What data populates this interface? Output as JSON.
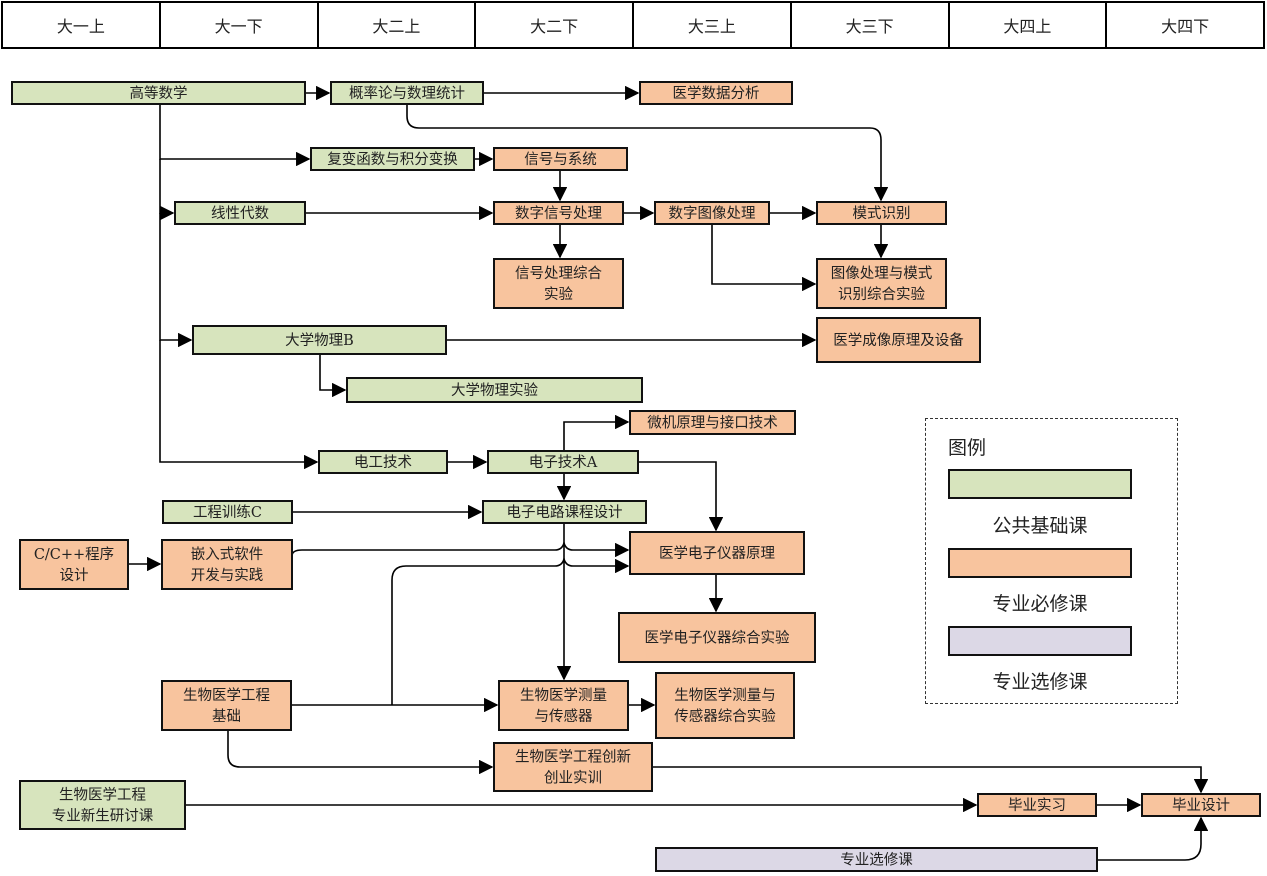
{
  "semesters": [
    "大一上",
    "大一下",
    "大二上",
    "大二下",
    "大三上",
    "大三下",
    "大四上",
    "大四下"
  ],
  "colors": {
    "public_basic": "#d7e4bd",
    "major_required": "#f8c49e",
    "major_elective": "#dcd8e6",
    "line": "#000000"
  },
  "courses": [
    {
      "id": "gdsx",
      "lines": [
        "高等数学"
      ],
      "type": "public_basic"
    },
    {
      "id": "gll",
      "lines": [
        "概率论与数理统计"
      ],
      "type": "public_basic"
    },
    {
      "id": "yxsj",
      "lines": [
        "医学数据分析"
      ],
      "type": "major_required"
    },
    {
      "id": "fbhs",
      "lines": [
        "复变函数与积分变换"
      ],
      "type": "public_basic"
    },
    {
      "id": "xhxt",
      "lines": [
        "信号与系统"
      ],
      "type": "major_required"
    },
    {
      "id": "xxds",
      "lines": [
        "线性代数"
      ],
      "type": "public_basic"
    },
    {
      "id": "szxh",
      "lines": [
        "数字信号处理"
      ],
      "type": "major_required"
    },
    {
      "id": "sztx",
      "lines": [
        "数字图像处理"
      ],
      "type": "major_required"
    },
    {
      "id": "mssb",
      "lines": [
        "模式识别"
      ],
      "type": "major_required"
    },
    {
      "id": "xhsy",
      "lines": [
        "信号处理综合",
        "实验"
      ],
      "type": "major_required"
    },
    {
      "id": "txsy",
      "lines": [
        "图像处理与模式",
        "识别综合实验"
      ],
      "type": "major_required"
    },
    {
      "id": "dxwl",
      "lines": [
        "大学物理B"
      ],
      "type": "public_basic"
    },
    {
      "id": "yxcx",
      "lines": [
        "医学成像原理及设备"
      ],
      "type": "major_required"
    },
    {
      "id": "wlsy",
      "lines": [
        "大学物理实验"
      ],
      "type": "public_basic"
    },
    {
      "id": "wjyl",
      "lines": [
        "微机原理与接口技术"
      ],
      "type": "major_required"
    },
    {
      "id": "dgjs",
      "lines": [
        "电工技术"
      ],
      "type": "public_basic"
    },
    {
      "id": "dzjs",
      "lines": [
        "电子技术A"
      ],
      "type": "public_basic"
    },
    {
      "id": "gcxl",
      "lines": [
        "工程训练C"
      ],
      "type": "public_basic"
    },
    {
      "id": "dzdl",
      "lines": [
        "电子电路课程设计"
      ],
      "type": "public_basic"
    },
    {
      "id": "cpp",
      "lines": [
        "C/C++程序",
        "设计"
      ],
      "type": "major_required"
    },
    {
      "id": "qrs",
      "lines": [
        "嵌入式软件",
        "开发与实践"
      ],
      "type": "major_required"
    },
    {
      "id": "yxdz",
      "lines": [
        "医学电子仪器原理"
      ],
      "type": "major_required"
    },
    {
      "id": "yxdzsy",
      "lines": [
        "医学电子仪器综合实验"
      ],
      "type": "major_required"
    },
    {
      "id": "swgc",
      "lines": [
        "生物医学工程",
        "基础"
      ],
      "type": "major_required"
    },
    {
      "id": "swcl",
      "lines": [
        "生物医学测量",
        "与传感器"
      ],
      "type": "major_required"
    },
    {
      "id": "swclsy",
      "lines": [
        "生物医学测量与",
        "传感器综合实验"
      ],
      "type": "major_required"
    },
    {
      "id": "cxcy",
      "lines": [
        "生物医学工程创新",
        "创业实训"
      ],
      "type": "major_required"
    },
    {
      "id": "xsyt",
      "lines": [
        "生物医学工程",
        "专业新生研讨课"
      ],
      "type": "public_basic"
    },
    {
      "id": "bysx",
      "lines": [
        "毕业实习"
      ],
      "type": "major_required"
    },
    {
      "id": "bysj",
      "lines": [
        "毕业设计"
      ],
      "type": "major_required"
    },
    {
      "id": "zyxx",
      "lines": [
        "专业选修课"
      ],
      "type": "major_elective"
    }
  ],
  "edges": [
    [
      "gdsx",
      "gll"
    ],
    [
      "gll",
      "yxsj"
    ],
    [
      "gll",
      "mssb"
    ],
    [
      "gdsx",
      "fbhs"
    ],
    [
      "fbhs",
      "xhxt"
    ],
    [
      "gdsx",
      "xxds"
    ],
    [
      "xxds",
      "szxh"
    ],
    [
      "xhxt",
      "szxh"
    ],
    [
      "szxh",
      "sztx"
    ],
    [
      "sztx",
      "mssb"
    ],
    [
      "szxh",
      "xhsy"
    ],
    [
      "mssb",
      "txsy"
    ],
    [
      "sztx",
      "txsy"
    ],
    [
      "gdsx",
      "dxwl"
    ],
    [
      "dxwl",
      "yxcx"
    ],
    [
      "dxwl",
      "wlsy"
    ],
    [
      "gdsx",
      "dgjs"
    ],
    [
      "dgjs",
      "dzjs"
    ],
    [
      "dzjs",
      "wjyl"
    ],
    [
      "dzjs",
      "dzdl"
    ],
    [
      "dzjs",
      "yxdz"
    ],
    [
      "gcxl",
      "dzdl"
    ],
    [
      "cpp",
      "qrs"
    ],
    [
      "qrs",
      "yxdz"
    ],
    [
      "swgc",
      "yxdz"
    ],
    [
      "yxdz",
      "yxdzsy"
    ],
    [
      "dzdl",
      "swcl"
    ],
    [
      "swgc",
      "swcl"
    ],
    [
      "swcl",
      "swclsy"
    ],
    [
      "swgc",
      "cxcy"
    ],
    [
      "cxcy",
      "bysj"
    ],
    [
      "xsyt",
      "bysx"
    ],
    [
      "bysx",
      "bysj"
    ],
    [
      "zyxx",
      "bysj"
    ]
  ],
  "legend": {
    "title": "图例",
    "items": [
      {
        "label": "公共基础课",
        "type": "public_basic"
      },
      {
        "label": "专业必修课",
        "type": "major_required"
      },
      {
        "label": "专业选修课",
        "type": "major_elective"
      }
    ]
  }
}
